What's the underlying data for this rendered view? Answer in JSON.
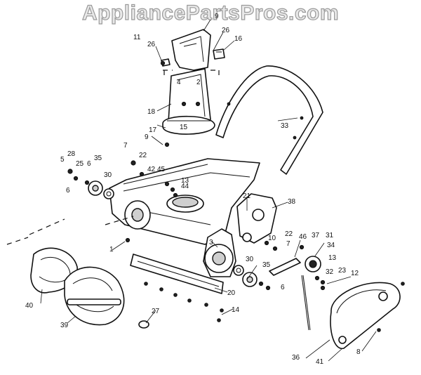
{
  "watermark": "AppliancePartsPros.com",
  "callouts": [
    {
      "id": "c-1",
      "label": "1"
    },
    {
      "id": "c-3",
      "label": "3"
    },
    {
      "id": "c-4",
      "label": "4"
    },
    {
      "id": "c-2",
      "label": "2"
    },
    {
      "id": "c-5",
      "label": "5"
    },
    {
      "id": "c-6a",
      "label": "6"
    },
    {
      "id": "c-6b",
      "label": "6"
    },
    {
      "id": "c-6c",
      "label": "6"
    },
    {
      "id": "c-7a",
      "label": "7"
    },
    {
      "id": "c-7b",
      "label": "7"
    },
    {
      "id": "c-8",
      "label": "8"
    },
    {
      "id": "c-9a",
      "label": "9"
    },
    {
      "id": "c-9b",
      "label": "9"
    },
    {
      "id": "c-10",
      "label": "10"
    },
    {
      "id": "c-11",
      "label": "11"
    },
    {
      "id": "c-12",
      "label": "12"
    },
    {
      "id": "c-13a",
      "label": "13"
    },
    {
      "id": "c-13b",
      "label": "13"
    },
    {
      "id": "c-14",
      "label": "14"
    },
    {
      "id": "c-15",
      "label": "15"
    },
    {
      "id": "c-16",
      "label": "16"
    },
    {
      "id": "c-17",
      "label": "17"
    },
    {
      "id": "c-18",
      "label": "18"
    },
    {
      "id": "c-20",
      "label": "20"
    },
    {
      "id": "c-21",
      "label": "21"
    },
    {
      "id": "c-22a",
      "label": "22"
    },
    {
      "id": "c-22b",
      "label": "22"
    },
    {
      "id": "c-23",
      "label": "23"
    },
    {
      "id": "c-25",
      "label": "25"
    },
    {
      "id": "c-26a",
      "label": "26"
    },
    {
      "id": "c-26b",
      "label": "26"
    },
    {
      "id": "c-27",
      "label": "27"
    },
    {
      "id": "c-28",
      "label": "28"
    },
    {
      "id": "c-30a",
      "label": "30"
    },
    {
      "id": "c-30b",
      "label": "30"
    },
    {
      "id": "c-31",
      "label": "31"
    },
    {
      "id": "c-32",
      "label": "32"
    },
    {
      "id": "c-33",
      "label": "33"
    },
    {
      "id": "c-34",
      "label": "34"
    },
    {
      "id": "c-35a",
      "label": "35"
    },
    {
      "id": "c-35b",
      "label": "35"
    },
    {
      "id": "c-36",
      "label": "36"
    },
    {
      "id": "c-37",
      "label": "37"
    },
    {
      "id": "c-38",
      "label": "38"
    },
    {
      "id": "c-39",
      "label": "39"
    },
    {
      "id": "c-40",
      "label": "40"
    },
    {
      "id": "c-41",
      "label": "41"
    },
    {
      "id": "c-42",
      "label": "42"
    },
    {
      "id": "c-44",
      "label": "44"
    },
    {
      "id": "c-45",
      "label": "45"
    },
    {
      "id": "c-46",
      "label": "46"
    }
  ]
}
